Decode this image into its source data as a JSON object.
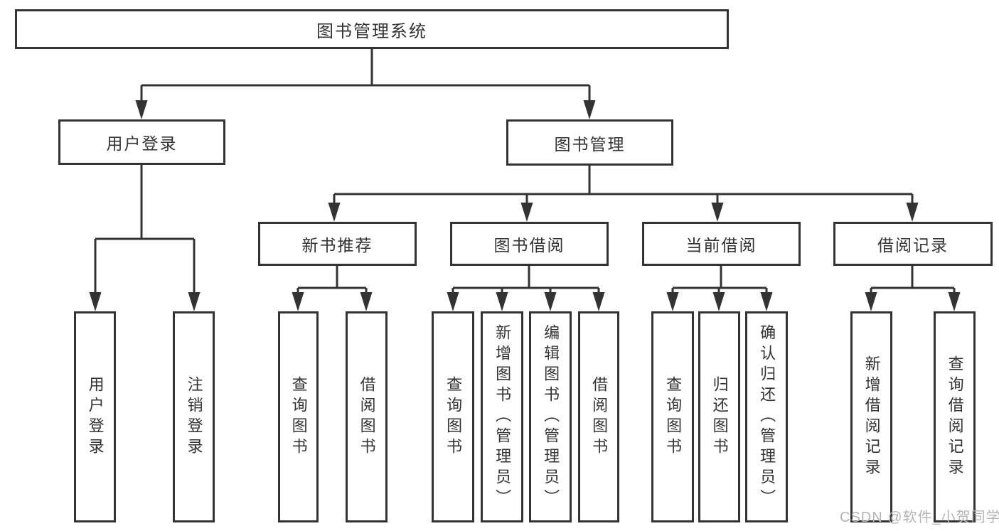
{
  "diagram_title": "图书管理系统",
  "watermark": "CSDN @软件_小贺同学",
  "colors": {
    "line": "#333333",
    "box_border": "#333333",
    "text": "#333333",
    "watermark": "#b5b5b5",
    "background": "#ffffff"
  },
  "tree": {
    "root": {
      "label": "图书管理系统",
      "children": [
        {
          "label": "用户登录",
          "children": [
            {
              "label": "用户登录"
            },
            {
              "label": "注销登录"
            }
          ]
        },
        {
          "label": "图书管理",
          "children": [
            {
              "label": "新书推荐",
              "children": [
                {
                  "label": "查询图书"
                },
                {
                  "label": "借阅图书"
                }
              ]
            },
            {
              "label": "图书借阅",
              "children": [
                {
                  "label": "查询图书"
                },
                {
                  "label": "新增图书（管理员）"
                },
                {
                  "label": "编辑图书（管理员）"
                },
                {
                  "label": "借阅图书"
                }
              ]
            },
            {
              "label": "当前借阅",
              "children": [
                {
                  "label": "查询图书"
                },
                {
                  "label": "归还图书"
                },
                {
                  "label": "确认归还（管理员）"
                }
              ]
            },
            {
              "label": "借阅记录",
              "children": [
                {
                  "label": "新增借阅记录"
                },
                {
                  "label": "查询借阅记录"
                }
              ]
            }
          ]
        }
      ]
    }
  }
}
